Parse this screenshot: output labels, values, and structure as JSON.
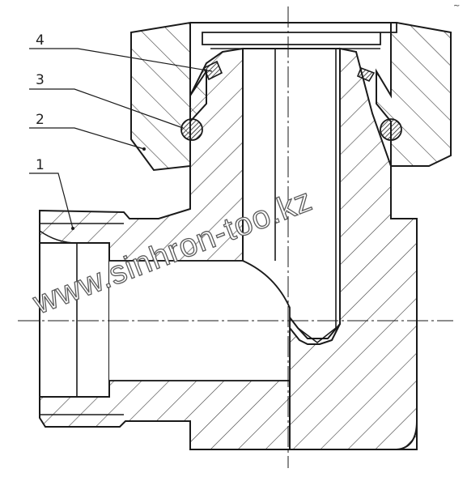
{
  "drawing": {
    "callouts": [
      {
        "id": "1",
        "label": "1"
      },
      {
        "id": "2",
        "label": "2"
      },
      {
        "id": "3",
        "label": "3"
      },
      {
        "id": "4",
        "label": "4"
      }
    ],
    "watermark": "www.sinhron-too.kz",
    "corner_mark": "~"
  },
  "colors": {
    "ink": "#1a1a1a",
    "hatch": "#3a3a3a",
    "background": "#ffffff"
  }
}
